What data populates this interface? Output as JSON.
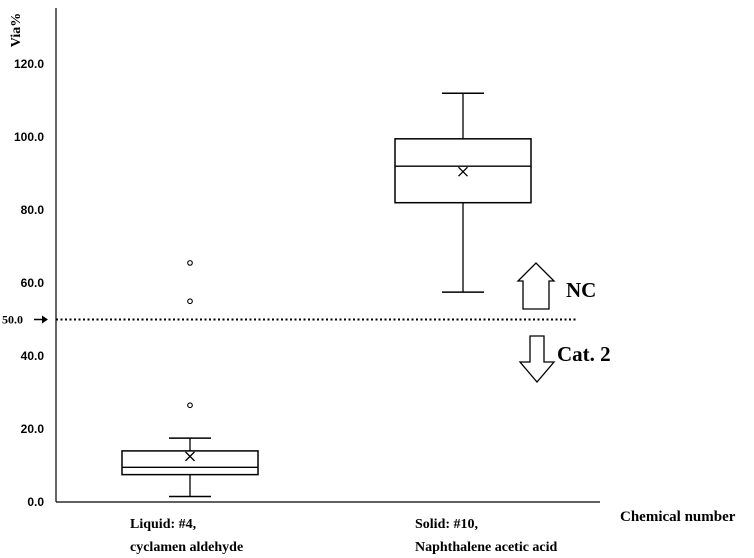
{
  "chart_data": {
    "type": "box",
    "title": "",
    "xlabel": "Chemical number",
    "ylabel": "Via%",
    "ylim": [
      0,
      120
    ],
    "yticks": [
      "0.0",
      "20.0",
      "40.0",
      "60.0",
      "80.0",
      "100.0",
      "120.0"
    ],
    "categories": [
      {
        "line1": "Liquid: #4,",
        "line2": "cyclamen aldehyde"
      },
      {
        "line1": "Solid: #10,",
        "line2": "Naphthalene acetic acid"
      }
    ],
    "boxes": [
      {
        "min": 1.5,
        "q1": 7.5,
        "median": 9.5,
        "q3": 14.0,
        "max": 17.5,
        "mean": 12.5,
        "outliers": [
          26.5,
          55.0,
          65.5
        ]
      },
      {
        "min": 57.5,
        "q1": 82.0,
        "median": 92.0,
        "q3": 99.5,
        "max": 112.0,
        "mean": 90.5,
        "outliers": []
      }
    ],
    "threshold": {
      "value": 50,
      "label": "50.0"
    },
    "annotations": {
      "up_label": "NC",
      "down_label": "Cat. 2"
    }
  }
}
